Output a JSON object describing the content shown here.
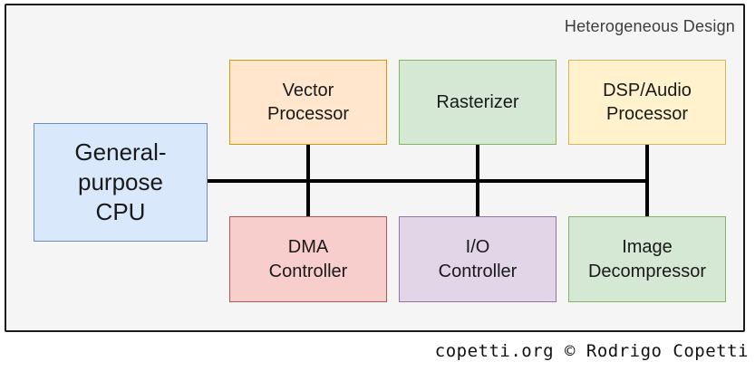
{
  "frame": {
    "title": "Heterogeneous Design",
    "background": "#F5F5F5",
    "border_color": "#1B1B1B"
  },
  "cpu": {
    "id": "general-purpose-cpu",
    "label": "General-\npurpose\nCPU",
    "fill": "#DAE8FC",
    "stroke": "#6C8EBF"
  },
  "blocks": [
    {
      "id": "vector-processor",
      "label": "Vector\nProcessor",
      "fill": "#FFE6CC",
      "stroke": "#D79B00"
    },
    {
      "id": "rasterizer",
      "label": "Rasterizer",
      "fill": "#D5E8D4",
      "stroke": "#82B366"
    },
    {
      "id": "dsp-audio-processor",
      "label": "DSP/Audio\nProcessor",
      "fill": "#FFF2CC",
      "stroke": "#D6B656"
    },
    {
      "id": "dma-controller",
      "label": "DMA\nController",
      "fill": "#F8CECC",
      "stroke": "#B85450"
    },
    {
      "id": "io-controller",
      "label": "I/O\nController",
      "fill": "#E1D5E7",
      "stroke": "#9673A6"
    },
    {
      "id": "image-decompressor",
      "label": "Image\nDecompressor",
      "fill": "#D5E8D4",
      "stroke": "#82B366"
    }
  ],
  "bus": {
    "color": "#000000"
  },
  "footer": {
    "credit": "copetti.org © Rodrigo Copetti"
  }
}
